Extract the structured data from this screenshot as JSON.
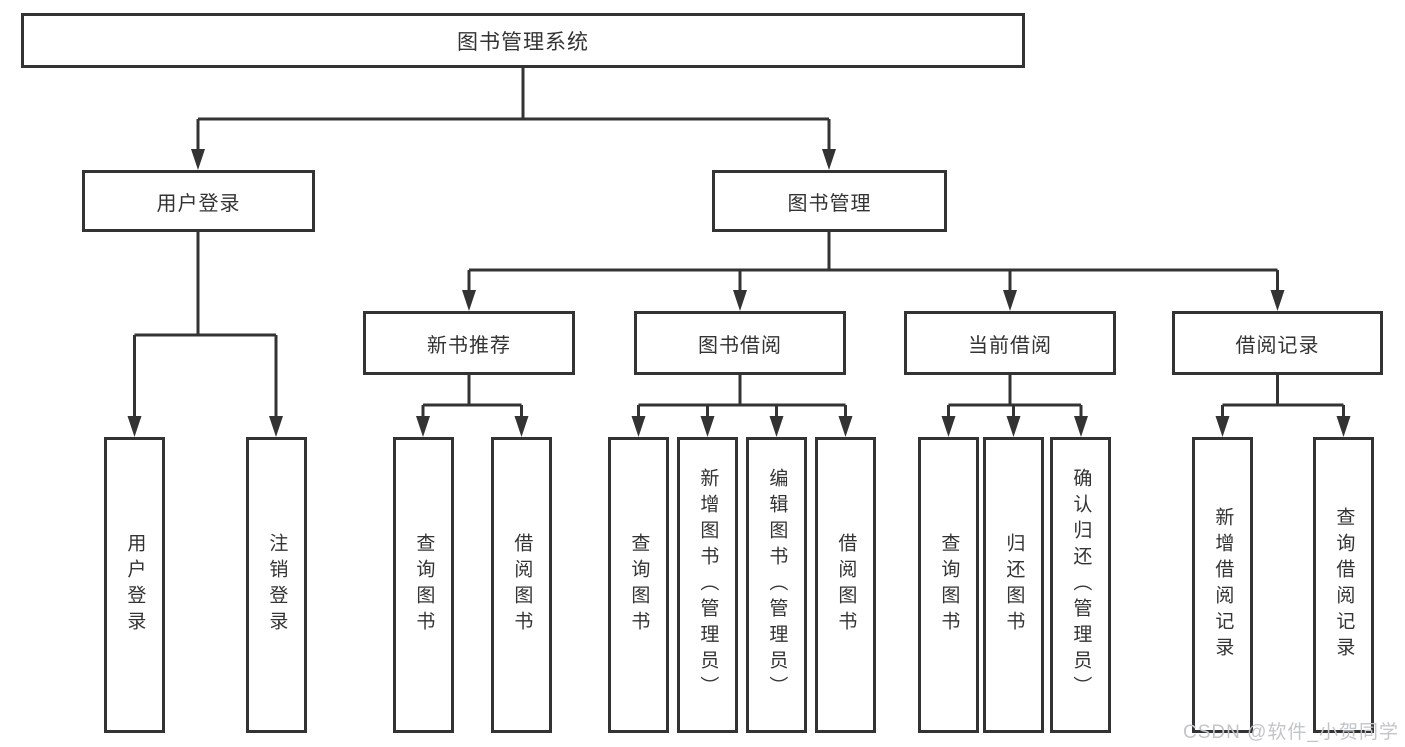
{
  "nodes": {
    "root": "图书管理系统",
    "level2": [
      "用户登录",
      "图书管理"
    ],
    "level3": [
      "新书推荐",
      "图书借阅",
      "当前借阅",
      "借阅记录"
    ],
    "leaves": [
      "用户登录",
      "注销登录",
      "查询图书",
      "借阅图书",
      "查询图书",
      "新增图书（管理员）",
      "编辑图书（管理员）",
      "借阅图书",
      "查询图书",
      "归还图书",
      "确认归还（管理员）",
      "新增借阅记录",
      "查询借阅记录"
    ]
  },
  "watermark": "CSDN @软件_小贺同学",
  "colors": {
    "line": "#333333",
    "border": "#333333",
    "text": "#333333",
    "background": "#ffffff",
    "watermark": "#c2c5c9"
  }
}
